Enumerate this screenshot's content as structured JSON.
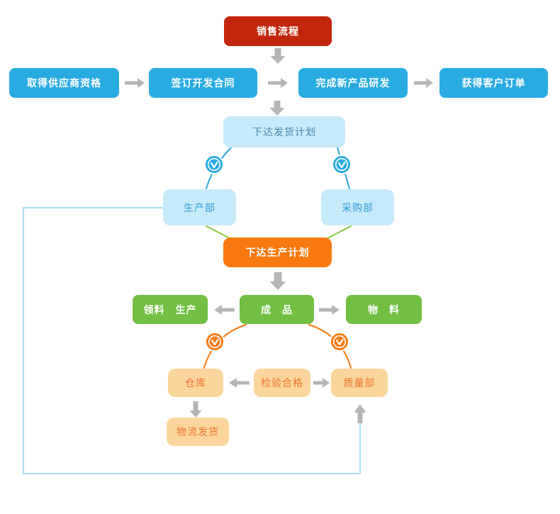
{
  "diagram": {
    "top": {
      "label": "销售流程"
    },
    "supply_chain_row": [
      {
        "label": "取得供应商资格"
      },
      {
        "label": "签订开发合同"
      },
      {
        "label": "完成新产品研发"
      },
      {
        "label": "获得客户订单"
      }
    ],
    "delivery_plan": {
      "label": "下达发货计划"
    },
    "production_dept": {
      "label": "生产部"
    },
    "purchasing_dept": {
      "label": "采购部"
    },
    "production_plan": {
      "label": "下达生产计划"
    },
    "picking_production": {
      "label": "领料　生产"
    },
    "finished_product": {
      "label": "成　品"
    },
    "material": {
      "label": "物　料"
    },
    "warehouse": {
      "label": "仓库"
    },
    "inspection_pass": {
      "label": "检验合格"
    },
    "quality_dept": {
      "label": "质量部"
    },
    "logistics_delivery": {
      "label": "物流发货"
    }
  },
  "icons": {
    "clock": "clock-icon"
  },
  "colors": {
    "red": "#c2260c",
    "blue": "#29abe2",
    "light_blue_fill": "#c7eafb",
    "light_blue_text": "#4d86a6",
    "dept_text": "#2d9cd6",
    "orange": "#f8790f",
    "green": "#72bf44",
    "tan_fill": "#fbd69c",
    "tan_text": "#ee7231",
    "arrow_gray": "#b5b5b5",
    "line_blue": "#2fa6dc",
    "line_green": "#8cc63f",
    "feedback_blue": "#a9ddf4"
  }
}
